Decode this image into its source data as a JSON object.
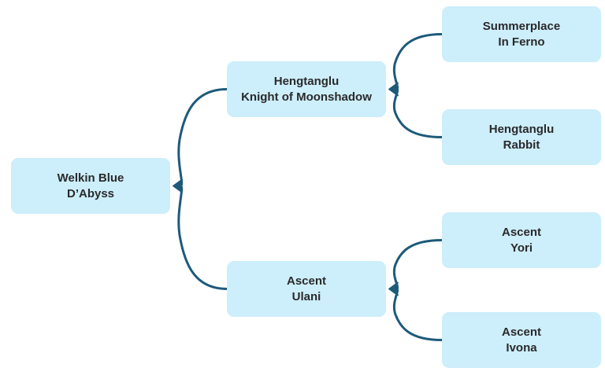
{
  "colors": {
    "node_fill": "#cdeefb",
    "connector": "#1d5a7a",
    "text": "#2a2a2a"
  },
  "nodes": {
    "root": {
      "line1": "Welkin Blue",
      "line2": "D’Abyss"
    },
    "parent_a": {
      "line1": "Hengtanglu",
      "line2": "Knight of Moonshadow"
    },
    "parent_b": {
      "line1": "Ascent",
      "line2": "Ulani"
    },
    "gp_a1": {
      "line1": "Summerplace",
      "line2": "In Ferno"
    },
    "gp_a2": {
      "line1": "Hengtanglu",
      "line2": "Rabbit"
    },
    "gp_b1": {
      "line1": "Ascent",
      "line2": "Yori"
    },
    "gp_b2": {
      "line1": "Ascent",
      "line2": "Ivona"
    }
  },
  "edges": [
    {
      "from": "parent_a",
      "to": "root"
    },
    {
      "from": "parent_b",
      "to": "root"
    },
    {
      "from": "gp_a1",
      "to": "parent_a"
    },
    {
      "from": "gp_a2",
      "to": "parent_a"
    },
    {
      "from": "gp_b1",
      "to": "parent_b"
    },
    {
      "from": "gp_b2",
      "to": "parent_b"
    }
  ]
}
